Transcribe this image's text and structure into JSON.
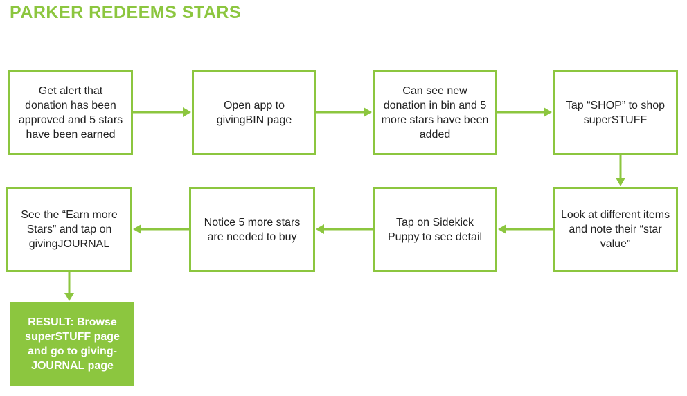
{
  "title": "PARKER REDEEMS STARS",
  "colors": {
    "accent": "#8cc63f",
    "text": "#222222",
    "background": "#ffffff"
  },
  "steps": [
    "Get alert that donation has been approved and 5 stars have been earned",
    "Open app to givingBIN page",
    "Can see new donation in bin and 5 more stars have been added",
    "Tap “SHOP” to shop superSTUFF",
    "Look at different items and note their “star value”",
    "Tap on Sidekick Puppy to see detail",
    "Notice 5 more stars are needed to buy",
    "See the “Earn more Stars” and tap on givingJOURNAL"
  ],
  "result": "RESULT: Browse superSTUFF page and go to giving-JOURNAL page"
}
